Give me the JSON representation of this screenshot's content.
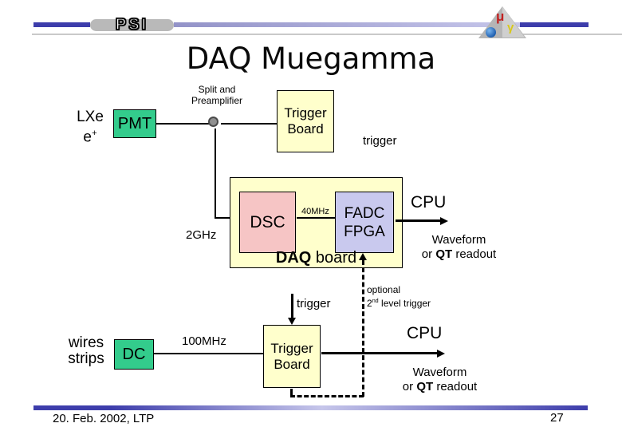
{
  "slide": {
    "title": "DAQ Muegamma",
    "psi_logo": "PSI",
    "meg_logo": {
      "mu": "μ",
      "gamma": "γ"
    },
    "footer": {
      "date": "20. Feb. 2002, LTP",
      "page": "27"
    }
  },
  "diagram": {
    "top_chain": {
      "detector_label": {
        "line1": "LXe",
        "line2_base": "e",
        "line2_sup": "+"
      },
      "pmt_box": "PMT",
      "splitter_label": {
        "line1": "Split and",
        "line2": "Preamplifier"
      },
      "trigger_board": {
        "line1": "Trigger",
        "line2": "Board"
      },
      "trigger_out_label": "trigger",
      "sampling_rate": "2GHz",
      "daq_board": {
        "label": {
          "bold": "DAQ",
          "rest": " board"
        },
        "dsc_box": "DSC",
        "link_rate": "40MHz",
        "fadc_box": {
          "line1": "FADC",
          "line2": "FPGA"
        }
      },
      "cpu_label": "CPU",
      "readout_label": {
        "line1": "Waveform",
        "line2_pre": "or ",
        "line2_bold": "QT",
        "line2_post": " readout"
      }
    },
    "optional_trigger": {
      "line1": "optional",
      "line2_base": "2",
      "line2_sup": "nd",
      "line2_rest": " level trigger"
    },
    "bottom_chain": {
      "detector_label": {
        "line1": "wires",
        "line2": "strips"
      },
      "dc_box": "DC",
      "sampling_rate": "100MHz",
      "trigger_in_label": "trigger",
      "trigger_board": {
        "line1": "Trigger",
        "line2": "Board"
      },
      "cpu_label": "CPU",
      "readout_label": {
        "line1": "Waveform",
        "line2_pre": "or ",
        "line2_bold": "QT",
        "line2_post": " readout"
      }
    }
  },
  "colors": {
    "box-green": "#33cc8c",
    "box-yellow": "#ffffcc",
    "box-pink": "#f6c5c5",
    "box-lavender": "#c9c9ee",
    "line-dark-blue": "#3d3dab",
    "line-light-blue": "#c6c6ea",
    "capsule-gray": "#b9b9b9",
    "thin-line-gray": "#c9c9c9"
  }
}
